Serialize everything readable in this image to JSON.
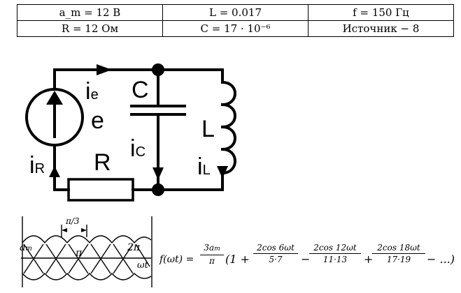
{
  "params_table": {
    "rows": [
      [
        "a_m = 12 B",
        "L = 0.017",
        "f = 150 Гц"
      ],
      [
        "R = 12 Ом",
        "C = 17 · 10⁻⁶",
        "Источник − 8"
      ]
    ]
  },
  "circuit": {
    "labels": {
      "ie_main": "i",
      "ie_sub": "e",
      "e": "e",
      "c": "C",
      "l": "L",
      "ic_main": "i",
      "ic_sub": "C",
      "ir_main": "i",
      "ir_sub": "R",
      "il_main": "i",
      "il_sub": "L",
      "r": "R"
    }
  },
  "waveform": {
    "period_label": "π/3",
    "amplitude_label": "a",
    "amplitude_sub": "m",
    "pi_label": "π",
    "two_pi_label": "2π",
    "axis_label": "ωt"
  },
  "formula": {
    "lhs": "f(ωt) =",
    "coef_num": "3a",
    "coef_num_sub": "m",
    "coef_den": "π",
    "open": "(1 +",
    "t1_num": "2cos 6ωt",
    "t1_den": "5·7",
    "op1": "−",
    "t2_num": "2cos 12ωt",
    "t2_den": "11·13",
    "op2": "+",
    "t3_num": "2cos 18ωt",
    "t3_den": "17·19",
    "tail": "− ...)"
  }
}
